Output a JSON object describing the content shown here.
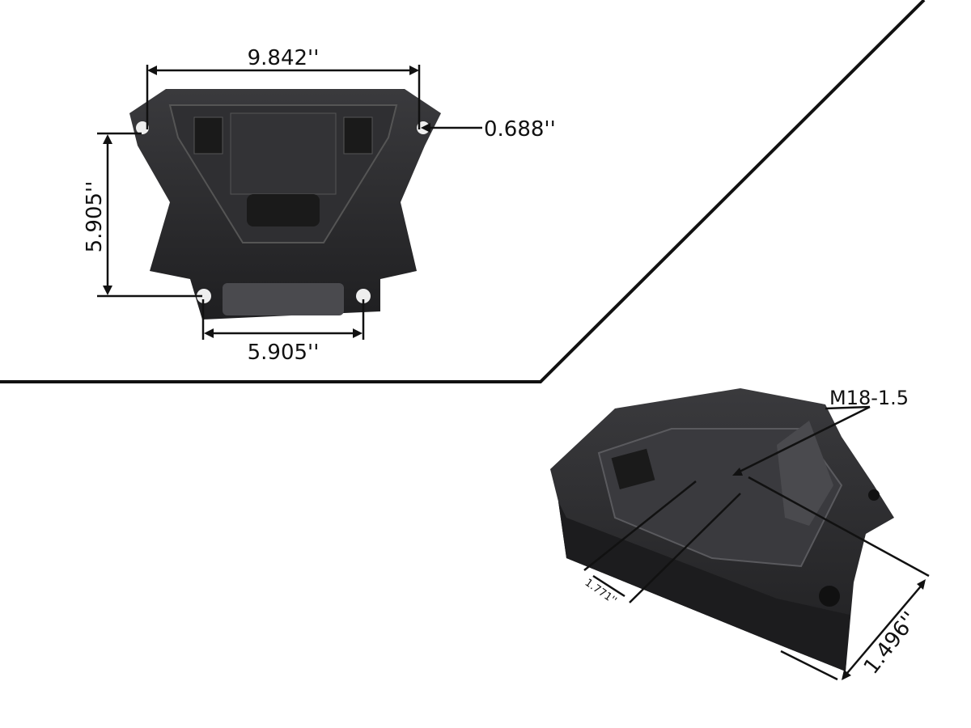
{
  "dimensions": {
    "top_width": "9.842''",
    "hole_diameter": "0.688''",
    "height": "5.905''",
    "bottom_hole_spacing": "5.905''",
    "thread": "M18-1.5",
    "offset_small": "1.771''",
    "offset_right": "1.496''"
  },
  "colors": {
    "part": "#2a2a2c",
    "part_highlight": "#4a4a4e",
    "line": "#111111",
    "background": "#ffffff"
  }
}
